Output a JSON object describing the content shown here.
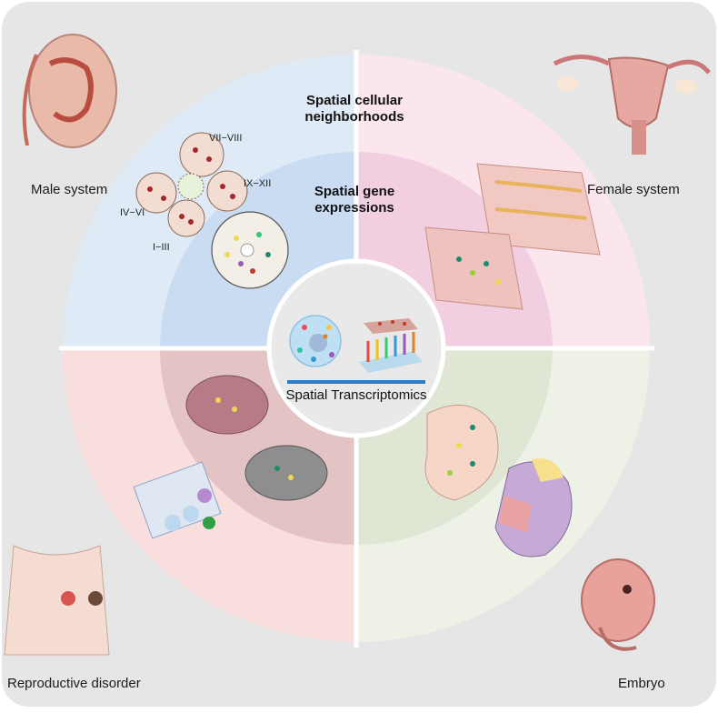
{
  "center": {
    "label": "Spatial Transcriptomics"
  },
  "rings": {
    "outer_heading": "Spatial cellular\nneighborhoods",
    "inner_heading": "Spatial gene\nexpressions"
  },
  "quadrants": {
    "male": {
      "label": "Male system",
      "stages": [
        "VII−VIII",
        "IX−XII",
        "IV−VI",
        "I−III"
      ]
    },
    "female": {
      "label": "Female system"
    },
    "disorder": {
      "label": "Reproductive disorder"
    },
    "embryo": {
      "label": "Embryo"
    }
  },
  "colors": {
    "frame_bg": "#e6e6e6",
    "male_outer": "#dfeaf7",
    "male_inner": "#c9dcf2",
    "female_outer": "#fbe6ee",
    "female_inner": "#f2cfe0",
    "disorder_outer": "#f8dedd",
    "disorder_inner": "#e3c3c3",
    "embryo_outer": "#eef2e6",
    "embryo_inner": "#dfe7d4",
    "center_fill": "#e9e9e9",
    "center_bar": "#2f7dc2"
  }
}
